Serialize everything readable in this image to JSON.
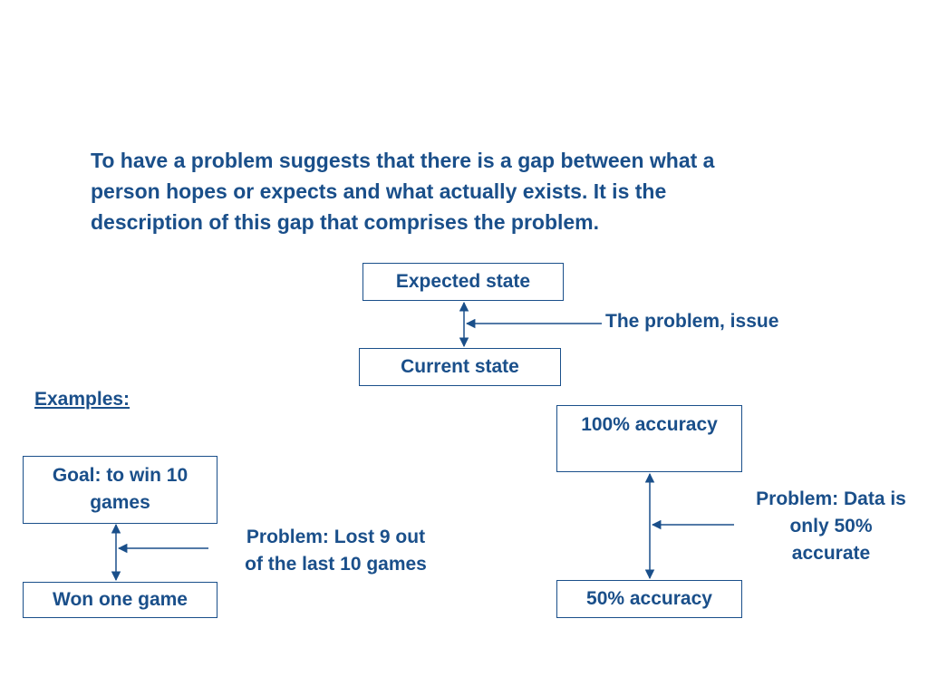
{
  "intro": {
    "lines": [
      "To have a problem suggests that there is a gap between what a",
      "person hopes or expects and what actually exists.  It is the",
      "description of this gap that comprises the problem."
    ]
  },
  "main_diagram": {
    "top_box": "Expected state",
    "bottom_box": "Current state",
    "gap_label": "The problem, issue"
  },
  "examples_heading": "Examples:",
  "example_games": {
    "top_box": [
      "Goal:  to win 10",
      "games"
    ],
    "bottom_box": "Won one game",
    "gap_label": [
      "Problem:  Lost 9 out",
      "of the last 10 games"
    ]
  },
  "example_accuracy": {
    "top_box": "100% accuracy",
    "bottom_box": "50% accuracy",
    "gap_label": [
      "Problem:  Data is",
      "only 50%",
      "accurate"
    ]
  },
  "colors": {
    "text": "#1a4f8a",
    "lines": "#1a4f8a",
    "background": "#ffffff"
  }
}
